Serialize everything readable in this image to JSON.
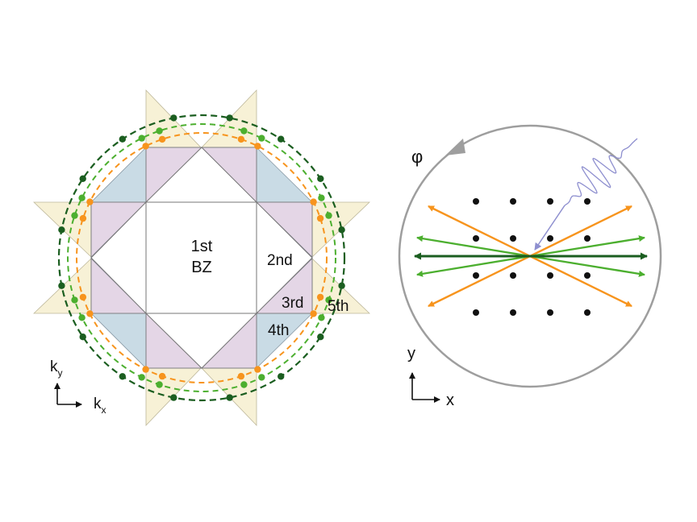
{
  "left_panel": {
    "zone_labels": {
      "first_line1": "1st",
      "first_line2": "BZ",
      "second": "2nd",
      "third": "3rd",
      "fourth": "4th",
      "fifth": "5th"
    },
    "axes": {
      "ky_base": "k",
      "ky_sub": "y",
      "kx_base": "k",
      "kx_sub": "x"
    }
  },
  "right_panel": {
    "angle_label": "φ",
    "axes": {
      "y": "y",
      "x": "x"
    }
  },
  "colors": {
    "dark_green": "#1b5e20",
    "light_green": "#4caf2f",
    "orange": "#f7941d",
    "blue_zone": "#c9dbe5",
    "purple_zone": "#e4d6e6",
    "yellow_zone": "#f7f1d6",
    "pulse": "#8e8fcf",
    "grey": "#9e9e9e"
  }
}
